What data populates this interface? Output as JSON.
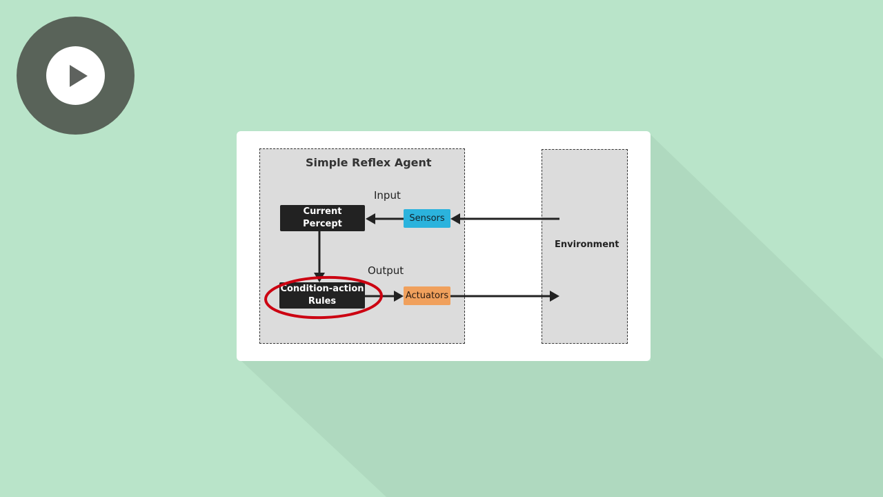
{
  "diagram": {
    "title": "Simple Reflex Agent",
    "input_label": "Input",
    "output_label": "Output",
    "environment_label": "Environment",
    "current_percept": {
      "line1": "Current",
      "line2": "Percept"
    },
    "rules": {
      "line1": "Condition-action",
      "line2": "Rules"
    },
    "sensors_label": "Sensors",
    "actuators_label": "Actuators"
  },
  "colors": {
    "background": "#b9e4c9",
    "sensors": "#2bb3dd",
    "actuators": "#f0a05c",
    "highlight_ring": "#cc0011"
  },
  "icons": {
    "play": "play-icon"
  }
}
